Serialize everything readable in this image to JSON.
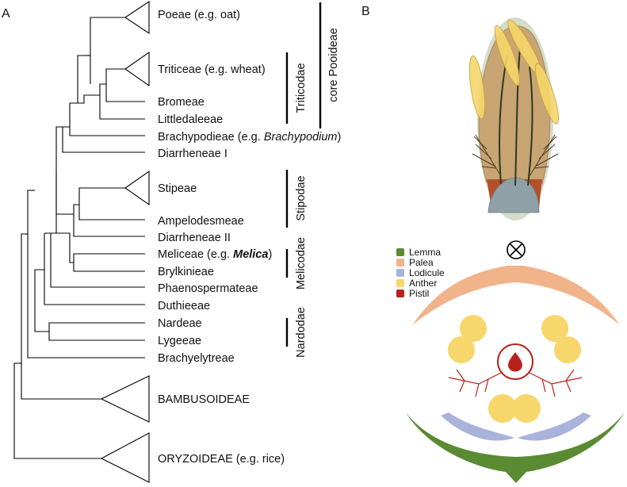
{
  "panel_a": "A",
  "panel_b": "B",
  "taxa": {
    "poeae": "Poeae (e.g. oat)",
    "triticeae": "Triticeae (e.g. wheat)",
    "bromeae": "Bromeae",
    "littledaleeae": "Littledaleeae",
    "brachypodieae_pre": "Brachypodieae (e.g. ",
    "brachypodieae_genus": "Brachypodium",
    "brachypodieae_post": ")",
    "diarrheneae1": "Diarrheneae I",
    "stipeae": "Stipeae",
    "ampelodesmeae": "Ampelodesmeae",
    "diarrheneae2": "Diarrheneae II",
    "meliceae_pre": "Meliceae (e.g. ",
    "meliceae_genus": "Melica",
    "meliceae_post": ")",
    "brylkinieae": "Brylkinieae",
    "phaenospermateae": "Phaenospermateae",
    "duthieeae": "Duthieeae",
    "nardeae": "Nardeae",
    "lygeeae": "Lygeeae",
    "brachyelytreae": "Brachyelytreae",
    "bambusoideae": "BAMBUSOIDEAE",
    "oryzoideae": "ORYZOIDEAE (e.g. rice)"
  },
  "groups": {
    "core_pooideae": "core Pooideae",
    "triticodae": "Triticodae",
    "stipodae": "Stipodae",
    "melicodae": "Melicodae",
    "nardodae": "Nardodae"
  },
  "legend": [
    {
      "label": "Lemma",
      "color": "#5a8a32"
    },
    {
      "label": "Palea",
      "color": "#f0b38a"
    },
    {
      "label": "Lodicule",
      "color": "#a9b3dc"
    },
    {
      "label": "Anther",
      "color": "#f7d66b"
    },
    {
      "label": "Pistil",
      "color": "#b8221c"
    }
  ],
  "colors": {
    "lemma": "#5a8a32",
    "palea": "#f0b38a",
    "lodicule": "#a9b3dc",
    "anther": "#f7d66b",
    "pistil": "#b8221c",
    "floret_body": "#c8a572",
    "floret_outer": "#c5d2b5",
    "floret_lodicule": "#8fa0a6",
    "floret_base": "#b4502a",
    "floret_vein": "#2e3a1e"
  },
  "icons": {
    "axis_symbol": "circled-x-icon"
  }
}
